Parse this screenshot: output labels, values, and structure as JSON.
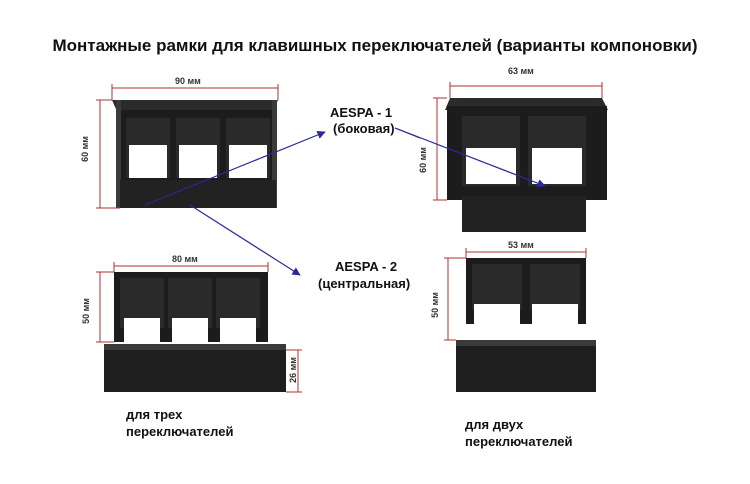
{
  "title": "Монтажные рамки для клавишных переключателей (варианты компоновки)",
  "labels": {
    "aespa1_name": "AESPA - 1",
    "aespa1_desc": "(боковая)",
    "aespa2_name": "AESPA - 2",
    "aespa2_desc": "(центральная)"
  },
  "dimensions": {
    "top_left_width": "90 мм",
    "top_left_height": "60 мм",
    "top_right_width": "63 мм",
    "top_right_height": "60 мм",
    "bottom_left_width": "80 мм",
    "bottom_left_height": "50 мм",
    "bottom_left_base": "26 мм",
    "bottom_right_width": "53 мм",
    "bottom_right_height": "50 мм"
  },
  "captions": {
    "three_line1": "для трех",
    "three_line2": "переключателей",
    "two_line1": "для двух",
    "two_line2": "переключателей"
  },
  "colors": {
    "frame": "#1f1f1f",
    "frame_edge": "#3a3a3a",
    "dim_line": "#b03030",
    "arrow": "#2a2a9a"
  }
}
